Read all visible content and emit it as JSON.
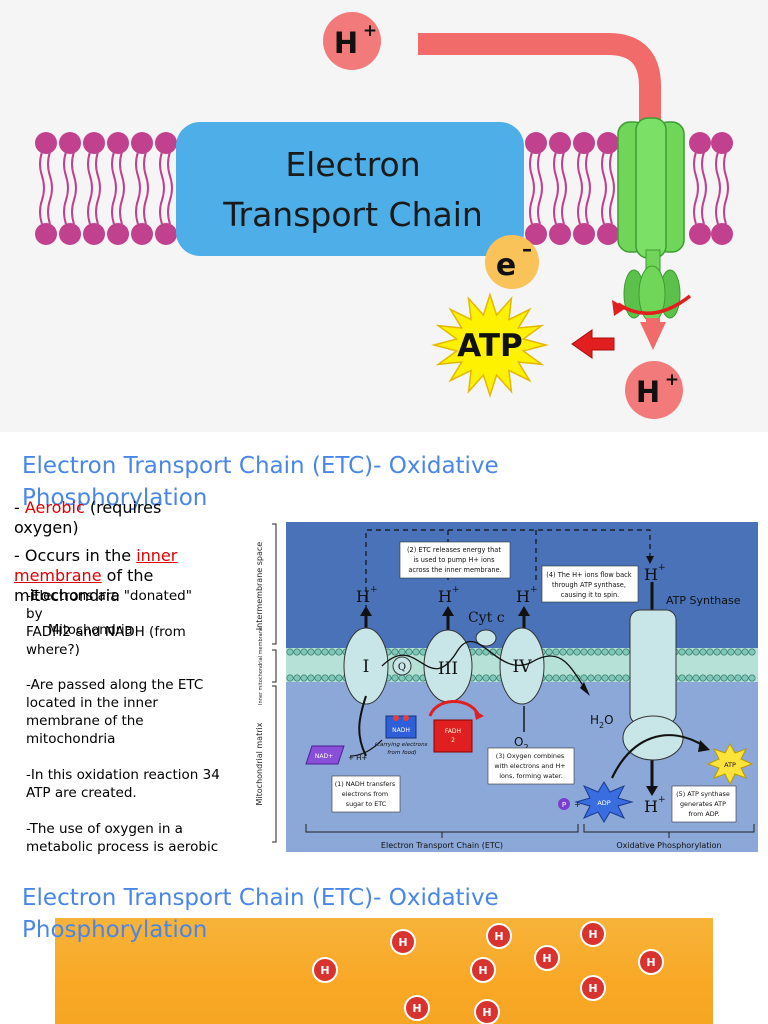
{
  "slide1": {
    "etc_label_line1": "Electron",
    "etc_label_line2": "Transport Chain",
    "hplus_top": "H",
    "hplus_bottom": "H",
    "plus": "+",
    "electron": "e",
    "minus": "–",
    "atp": "ATP",
    "colors": {
      "membrane_head": "#c2418f",
      "etc_box": "#4eaee8",
      "atp_synthase": "#6fd65a",
      "proton_circle": "#f27a7a",
      "proton_arrow": "#f26b6b",
      "electron_circle": "#f9c35a",
      "atp_star": "#fff200",
      "red_arrow": "#e31e1e"
    }
  },
  "slide2": {
    "title": "Electron Transport Chain (ETC)- Oxidative Phosphorylation",
    "bullet1_prefix": "- ",
    "bullet1_red": "Aerobic",
    "bullet1_rest": " (requires oxygen)",
    "bullet2_prefix": "- Occurs in the ",
    "bullet2_link": "inner membrane",
    "bullet2_mid": " of the ",
    "bullet2_end": "mitochondria",
    "overlap_red": "Mitochondria",
    "para1_line1": "-Electrons are \"donated\"",
    "para1_line2": "by",
    "para1_line3": "FADH2 and NADH (from",
    "para1_line4": "where?)",
    "para2": "-Are passed along the ETC located in the inner membrane of the mitochondria",
    "para3": "-In this oxidation reaction 34 ATP are created.",
    "para4": "-The use of oxygen in a metabolic process is aerobic",
    "diagram": {
      "label_intermembrane": "Intermembrane space",
      "label_inner_membrane": "Inner mitochondrial membrane",
      "label_matrix": "Mitochondrial matrix",
      "note2": [
        "(2) ETC releases energy that",
        "is used to pump H+ ions",
        "across the inner membrane."
      ],
      "note4": [
        "(4) The H+ ions flow back",
        "through ATP synthase,",
        "causing it to spin."
      ],
      "atp_synthase": "ATP Synthase",
      "cyt_c": "Cyt c",
      "complex_1": "I",
      "complex_3": "III",
      "complex_4": "IV",
      "q": "Q",
      "hplus": "H",
      "plus": "+",
      "nadh": "NADH",
      "nadh_caption": [
        "(carrying electrons",
        "from food)"
      ],
      "nad_plus": "NAD+",
      "plus_h": "+ H+",
      "fadh2": [
        "FADH",
        "2"
      ],
      "o2": "O",
      "sub2": "2",
      "h2o_h": "H",
      "h2o_o": "O",
      "note1": [
        "(1) NADH transfers",
        "electrons from",
        "sugar to ETC"
      ],
      "note3": [
        "(3) Oxygen combines",
        "with electrons and H+",
        "ions, forming water."
      ],
      "note5": [
        "(5) ATP synthase",
        "generates ATP",
        "from ADP."
      ],
      "atp": "ATP",
      "adp": "ADP",
      "p": "P",
      "plus_sign": "+",
      "footer_etc": "Electron Transport Chain (ETC)",
      "footer_oxphos": "Oxidative Phosphorylation",
      "colors": {
        "space_top": "#4a72b8",
        "matrix": "#8ba8d8",
        "membrane": "#b5e1d6",
        "complex": "#c8e6e8"
      }
    }
  },
  "slide3": {
    "title": "Electron Transport Chain (ETC)- Oxidative Phosphorylation",
    "proton_label": "H",
    "colors": {
      "background": "#f9a825",
      "proton": "#d8332e"
    }
  }
}
